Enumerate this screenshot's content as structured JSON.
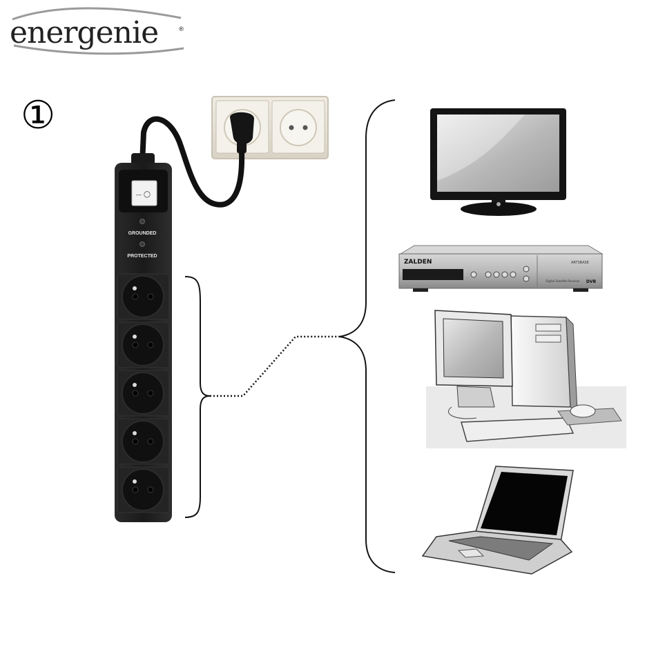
{
  "brand": {
    "logo_text": "energenie",
    "registered_mark": "®",
    "colors": {
      "text": "#222222",
      "swoosh": "#9a9a9a"
    }
  },
  "step_marker": "①",
  "power_strip": {
    "indicator_grounded": "GROUNDED",
    "indicator_protected": "PROTECTED",
    "switch_off_glyph": "○",
    "switch_on_glyph": "—",
    "socket_count": 5,
    "colors": {
      "body": "#1c1c1c",
      "socket": "#101010",
      "switch": "#f2f2f2"
    }
  },
  "wall_outlet": {
    "colors": {
      "frame": "#e6e1d6",
      "socket_face": "#f7f5ef"
    }
  },
  "devices": {
    "monitor_brand": "",
    "receiver_brand": "ZALDEN",
    "receiver_caption": "Digital Satellite Receiver",
    "receiver_badge": "DVB",
    "receiver_model": "ARTSBASE",
    "items": [
      "monitor-icon",
      "satellite-receiver-icon",
      "desktop-computer-icon",
      "laptop-icon"
    ]
  },
  "connector": {
    "style": "dotted",
    "color": "#111111"
  }
}
